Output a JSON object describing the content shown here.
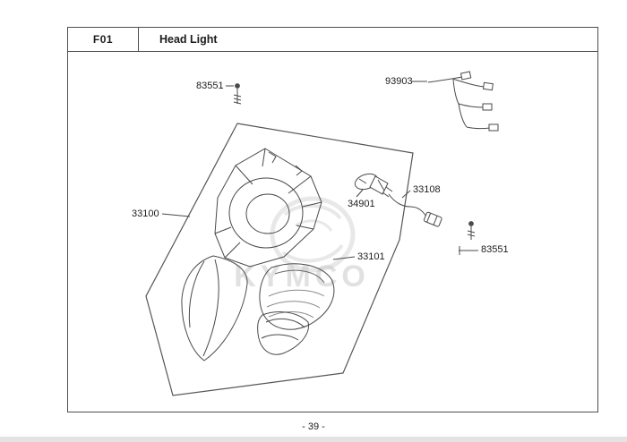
{
  "header": {
    "code": "F01",
    "title": "Head Light"
  },
  "footer": {
    "page_number": "- 39 -"
  },
  "watermark": {
    "brand": "KYMCO"
  },
  "parts": {
    "screw_top": {
      "number": "83551"
    },
    "harness": {
      "number": "93903"
    },
    "housing": {
      "number": "33100"
    },
    "bulb": {
      "number": "34901"
    },
    "socket": {
      "number": "33108"
    },
    "lens": {
      "number": "33101"
    },
    "screw_right": {
      "number": "83551"
    }
  }
}
